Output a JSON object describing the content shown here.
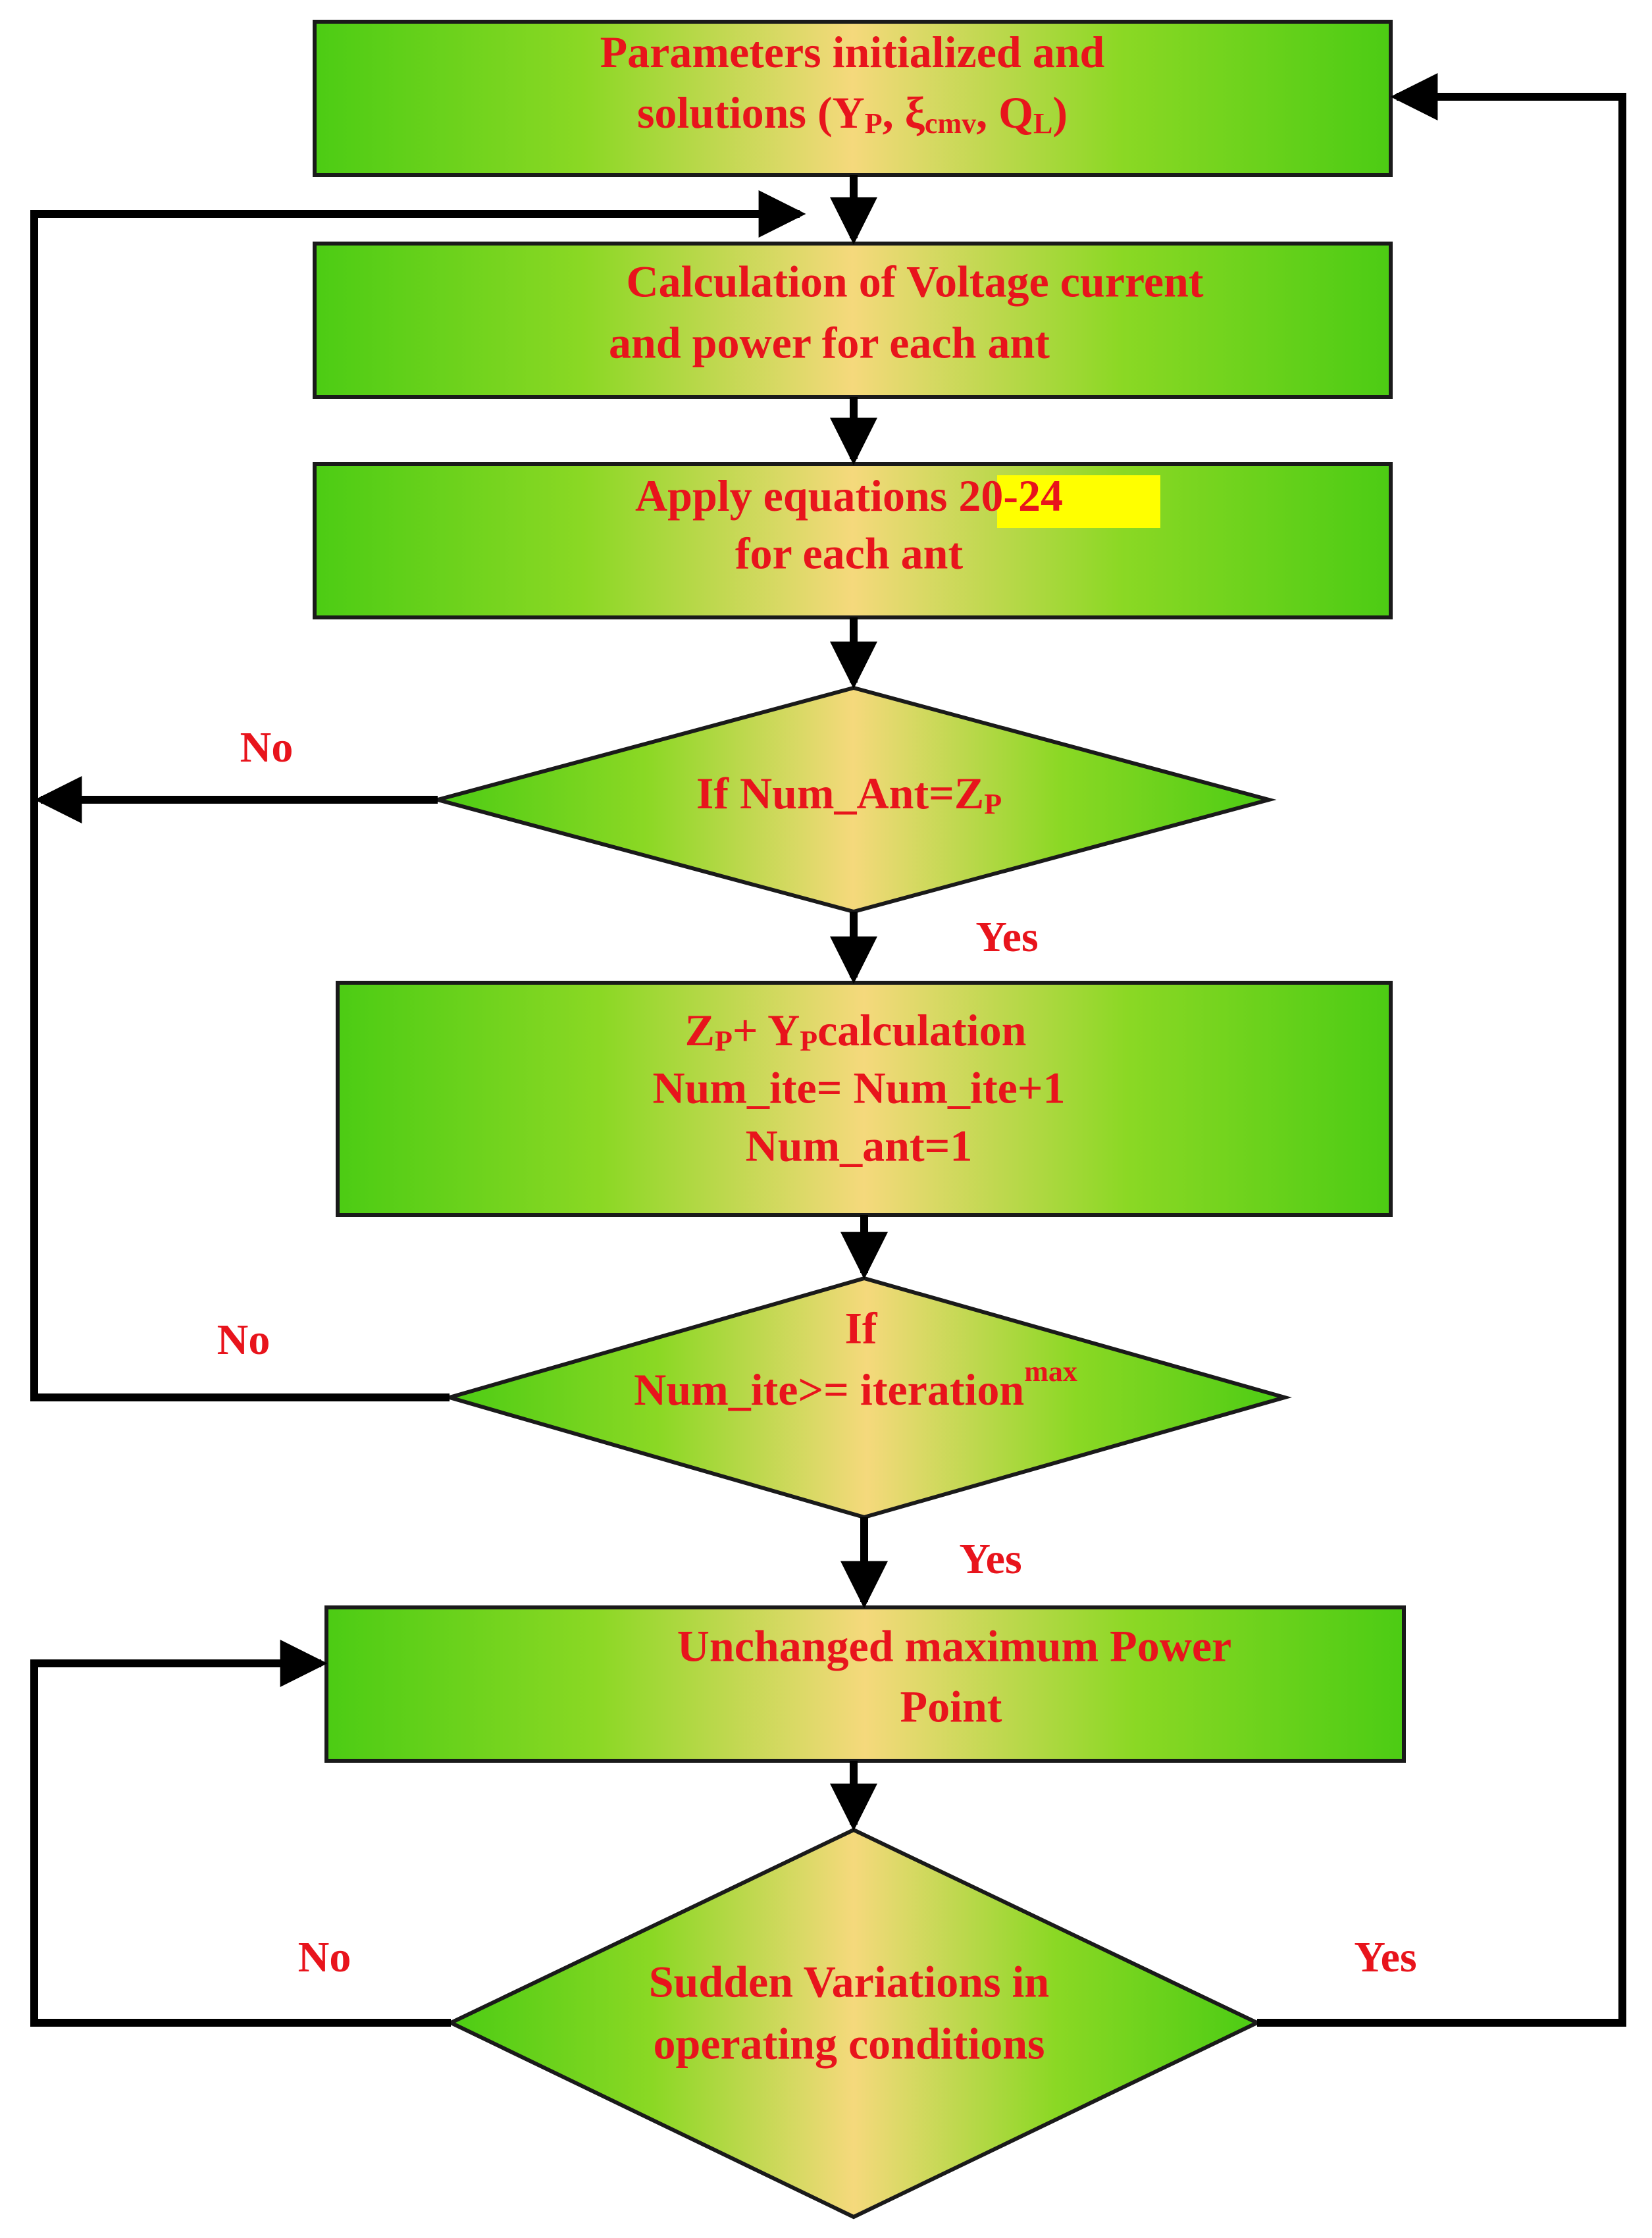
{
  "nodes": {
    "init": {
      "line1": "Parameters initialized and",
      "line2_prefix": "solutions (Y",
      "line2_sub1": "P",
      "line2_mid1": ", ξ",
      "line2_sub2": "cmv",
      "line2_mid2": ", Q",
      "line2_sub3": "L",
      "line2_end": ")"
    },
    "calc": {
      "line1": "Calculation of Voltage current",
      "line2": "and power for each ant"
    },
    "apply": {
      "line1_prefix": "Apply equations ",
      "line1_highlight": "20-24",
      "line2": "for each ant"
    },
    "check_ant": {
      "prefix": "If Num_Ant=Z",
      "sub": "P"
    },
    "update": {
      "line1_a": "Z",
      "line1_sub1": "P",
      "line1_b": "+ Y",
      "line1_sub2": "P",
      "line1_c": "calculation",
      "line2": "Num_ite= Num_ite+1",
      "line3": "Num_ant=1"
    },
    "check_iter": {
      "line1": "If",
      "line2": "Num_ite>= iteration",
      "line2_sup": "max"
    },
    "mpp": {
      "line1": "Unchanged maximum Power",
      "line2": "Point"
    },
    "check_var": {
      "line1": "Sudden Variations in",
      "line2": "operating conditions"
    }
  },
  "edge_labels": {
    "no1": "No",
    "yes1": "Yes",
    "no2": "No",
    "yes2": "Yes",
    "no3": "No",
    "yes3": "Yes"
  },
  "colors": {
    "node_fill_edge": "#4ccc14",
    "node_fill_center": "#f5d97c",
    "text": "#e8141c",
    "highlight": "#ffff00",
    "line": "#000000"
  }
}
